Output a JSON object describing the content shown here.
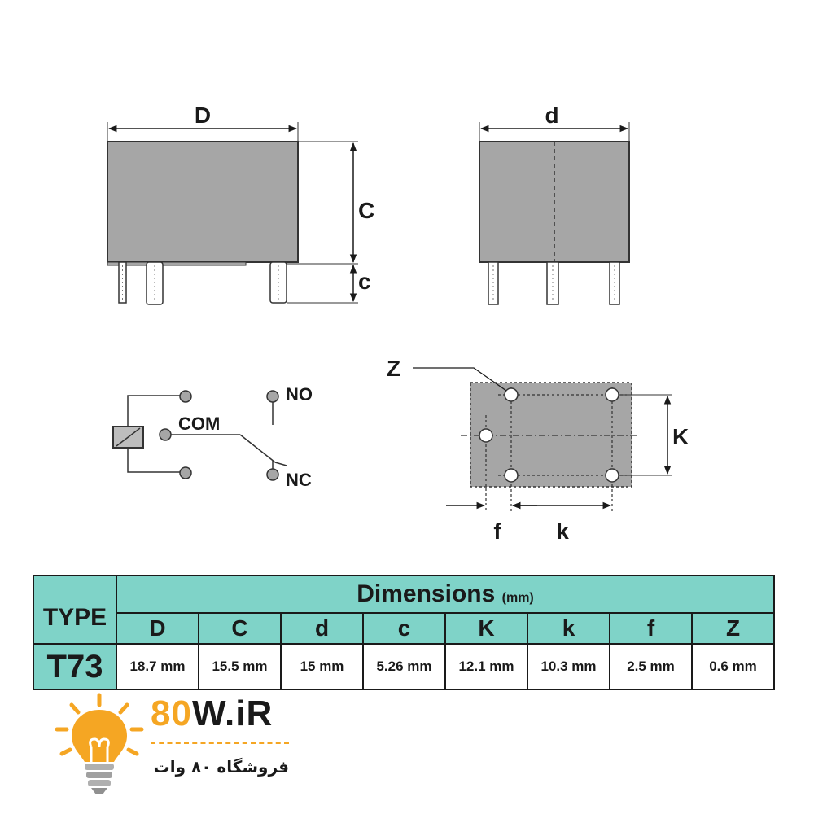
{
  "drawing_labels": {
    "front_width": "D",
    "body_height": "C",
    "pin_height": "c",
    "side_width": "d",
    "pin_hole": "Z",
    "row_spacing": "K",
    "offset": "f",
    "col_spacing": "k",
    "contact_no": "NO",
    "contact_com": "COM",
    "contact_nc": "NC"
  },
  "table": {
    "type_header": "TYPE",
    "dimensions_header": "Dimensions",
    "unit": "(mm)",
    "columns": [
      "D",
      "C",
      "d",
      "c",
      "K",
      "k",
      "f",
      "Z"
    ],
    "model": "T73",
    "values": [
      "18.7 mm",
      "15.5 mm",
      "15 mm",
      "5.26 mm",
      "12.1 mm",
      "10.3 mm",
      "2.5 mm",
      "0.6 mm"
    ]
  },
  "brand": {
    "prefix": "80",
    "suffix": "W.iR",
    "subtitle": "فروشگاه ۸۰ وات"
  },
  "colors": {
    "body_gray": "#a6a6a6",
    "table_teal": "#7fd3c8",
    "brand_orange": "#f5a623"
  }
}
